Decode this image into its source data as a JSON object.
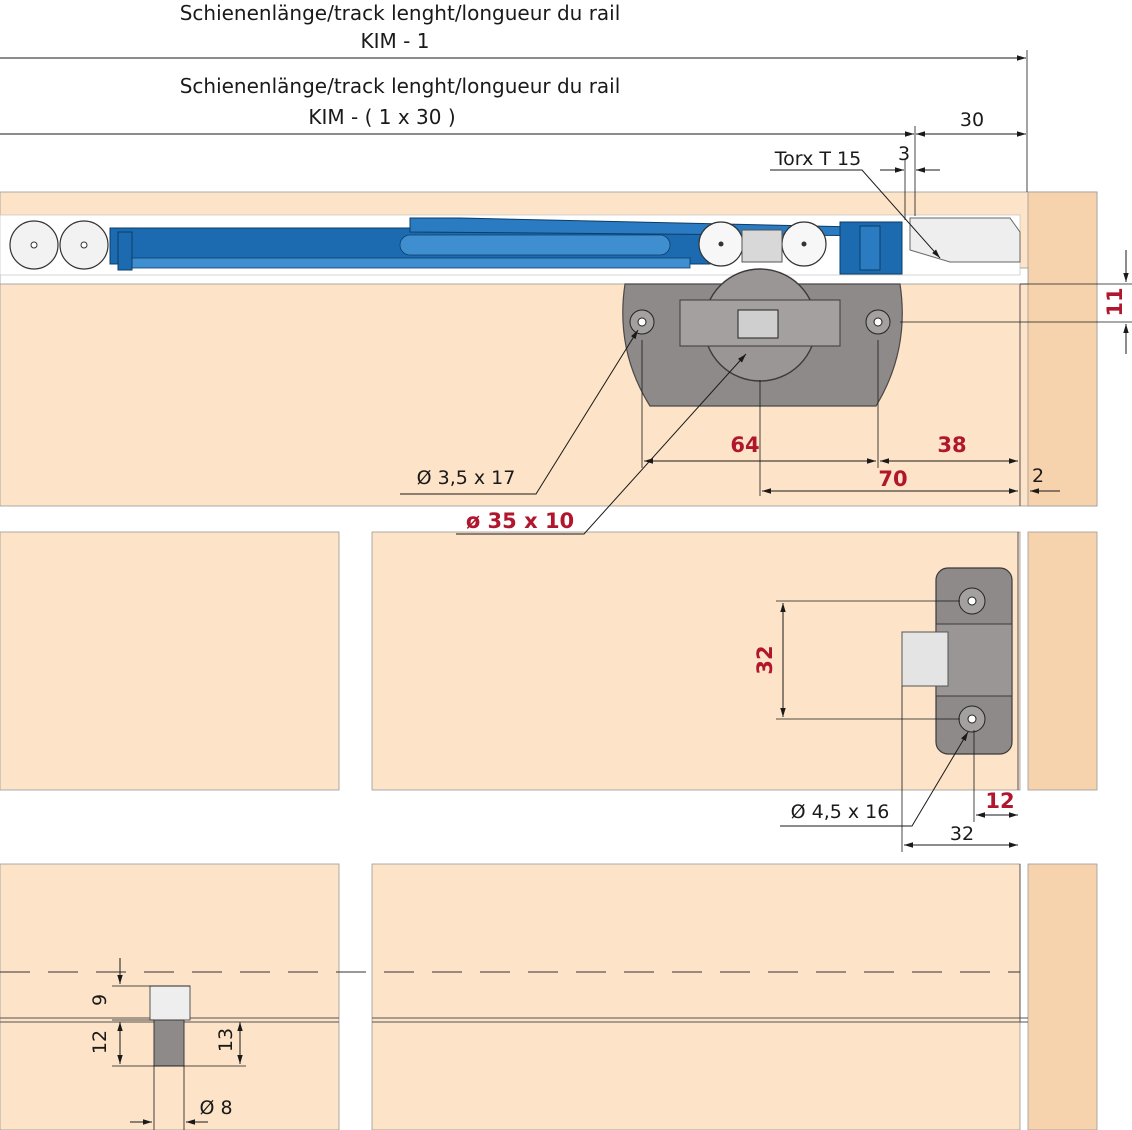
{
  "header": {
    "line1_title": "Schienenlänge/track lenght/longueur du rail",
    "line1_value": "KIM - 1",
    "line2_title": "Schienenlänge/track lenght/longueur du rail",
    "line2_value": "KIM - ( 1 x 30 )"
  },
  "dimensions": {
    "d30": "30",
    "d3": "3",
    "torx": "Torx T 15",
    "d11": "11",
    "d64": "64",
    "d38": "38",
    "d70": "70",
    "d2": "2",
    "hole_small": "Ø 3,5 x 17",
    "hole_big": "ø 35 x 10",
    "d32_vertical": "32",
    "d12_red": "12",
    "hole_side": "Ø 4,5 x 16",
    "d32_horizontal": "32",
    "d9": "9",
    "d12_left": "12",
    "d13": "13",
    "d8": "Ø 8"
  },
  "colors": {
    "wood": "#fde3c7",
    "wood_dark": "#f5c99a",
    "rail_blue": "#1c6bb0",
    "hardware_grey": "#8e8a89",
    "accent_red": "#b0162c"
  }
}
